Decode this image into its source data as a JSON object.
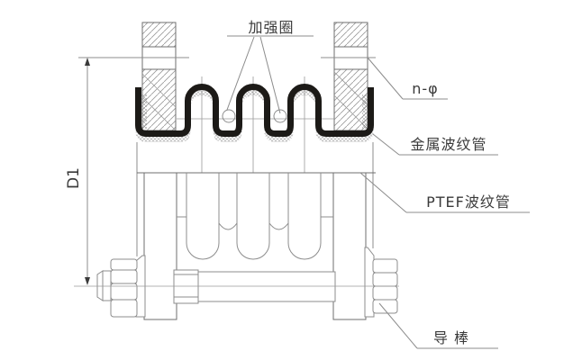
{
  "drawing": {
    "kind": "bellows-expansion-joint-section",
    "background": "#ffffff"
  },
  "annotations": {
    "reinforcement_ring": {
      "label": "加强圈"
    },
    "bolt_holes": {
      "label": "n-φ"
    },
    "metal_bellows": {
      "label": "金属波纹管"
    },
    "ptfe_bellows": {
      "label": "PTEF波纹管"
    },
    "guide_rod": {
      "label": "导  棒"
    },
    "dimension_d1": {
      "label": "D1"
    }
  },
  "colors": {
    "bellows_metal": "#1c1a17",
    "outline": "#6f6f6f",
    "thin_line": "#8c8c8c",
    "hatch": "#9a9a9a",
    "text": "#3a3a3a",
    "background": "#ffffff"
  }
}
